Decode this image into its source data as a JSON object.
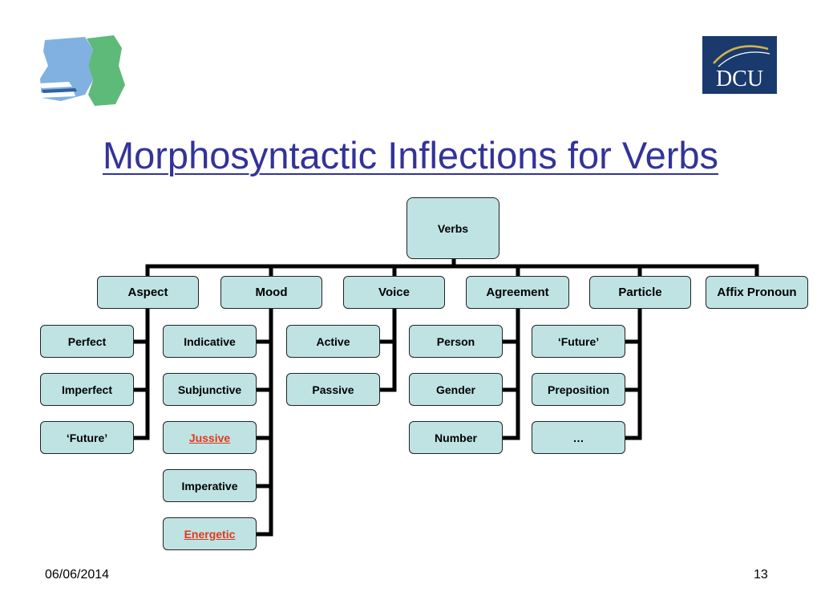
{
  "slide": {
    "title": "Morphosyntactic Inflections for Verbs",
    "date": "06/06/2014",
    "page_number": "13"
  },
  "logos": {
    "left": {
      "icon": "map-logo"
    },
    "right": {
      "text": "DCU",
      "background": "#1a3a6e",
      "arc_color": "#d4b24a"
    }
  },
  "colors": {
    "node_fill": "#bfe3e3",
    "highlight_text": "#e0391c",
    "title": "#333399"
  },
  "tree": {
    "root": "Verbs",
    "categories": [
      {
        "label": "Aspect",
        "children": [
          "Perfect",
          "Imperfect",
          "‘Future’"
        ]
      },
      {
        "label": "Mood",
        "children": [
          "Indicative",
          "Subjunctive",
          "Jussive",
          "Imperative",
          "Energetic"
        ],
        "highlighted": [
          "Jussive",
          "Energetic"
        ]
      },
      {
        "label": "Voice",
        "children": [
          "Active",
          "Passive"
        ]
      },
      {
        "label": "Agreement",
        "children": [
          "Person",
          "Gender",
          "Number"
        ]
      },
      {
        "label": "Particle",
        "children": [
          "‘Future’",
          "Preposition",
          "…"
        ]
      },
      {
        "label": "Affix Pronoun",
        "children": []
      }
    ]
  }
}
